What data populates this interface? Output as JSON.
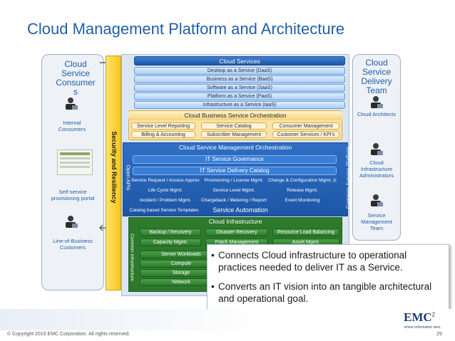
{
  "title": "Cloud Management Platform and Architecture",
  "consumer": {
    "heading": "Cloud Service Consumer s",
    "internal": "Internal Consumers",
    "self_service": "Self-service provisioning portal",
    "lob": "Line-of-Business Customers"
  },
  "delivery": {
    "heading": "Cloud Service Delivery Team",
    "architects": "Cloud Architects",
    "admins": "Cloud Infrastructure Administrators",
    "service_mgmt": "Service Management Team"
  },
  "security": "Security and Resiliency",
  "cloud_services": {
    "title": "Cloud Services",
    "items": [
      "Desktop as a Service (DaaS)",
      "Business as a Service (BaaS)",
      "Software as a Service (SaaS)",
      "Platform as a Service (PaaS)",
      "Infrastructure as a Service (IaaS)"
    ]
  },
  "orchestration": {
    "title": "Cloud  Business Service Orchestration",
    "row1": [
      "Service Level Reporting",
      "Service Catalog",
      "Consumer Management"
    ],
    "row2": [
      "Billing & Accounting",
      "Subscriber Management",
      "Customer Services / KPI's"
    ]
  },
  "mgmt": {
    "title": "Cloud Service Management Orchestration",
    "open_apis": "Open APIs",
    "common_platform": "Common Service Platform",
    "governance": "IT Service Governance",
    "catalog": "IT Service Delivery Catalog",
    "row1": [
      "Service Request / Access Approval",
      "Provisioning / License Mgmt.",
      "Change & Configuration Mgmt. (CMDB)"
    ],
    "row2": [
      "Life Cycle Mgmt.",
      "Service Level Mgmt.",
      "Release Mgmt."
    ],
    "row3": [
      "Incident / Problem Mgmt.",
      "Chargeback / Metering / Reports",
      "Event Monitoring"
    ],
    "template": "Catalog based Service Templates",
    "automation": "Service Automation"
  },
  "infra": {
    "title": "Cloud Infrastructure",
    "common": "Common Infrastructure",
    "row1": [
      "Backup / Recovery",
      "Disaster Recovery",
      "Resource Load Balancing"
    ],
    "row2": [
      "Capacity Mgmt.",
      "Patch Management",
      "Asset Mgmt."
    ],
    "layers": [
      "Server Workloads",
      "Compute",
      "Storage",
      "Network"
    ]
  },
  "bullets": [
    "Connects Cloud infrastructure to operational practices needed to deliver IT as a Service.",
    "Converts an IT vision into an tangible architectural and operational goal."
  ],
  "logo": "EMC",
  "logo_sup": "2",
  "tagline": "where information lives",
  "footer": "© Copyright 2010 EMC Corporation. All rights reserved.",
  "page_number": "29"
}
